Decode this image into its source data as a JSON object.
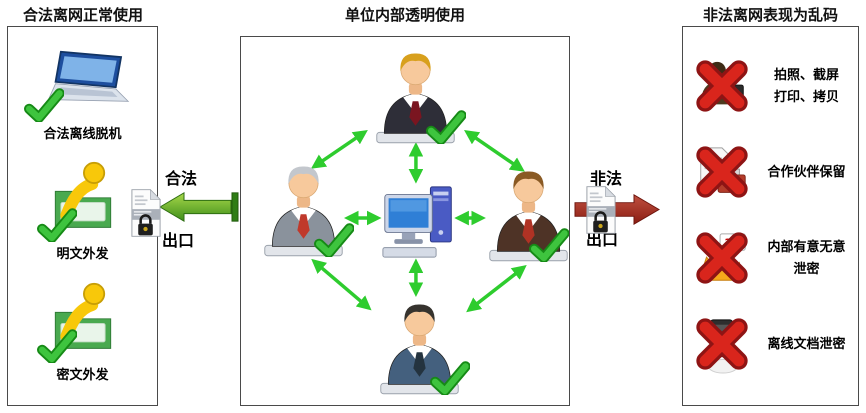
{
  "titles": {
    "left": "合法离网正常使用",
    "middle": "单位内部透明使用",
    "right": "非法离网表现为乱码"
  },
  "left_panel": {
    "items": [
      {
        "label": "合法离线脱机",
        "icon": "laptop-check-icon"
      },
      {
        "label": "明文外发",
        "icon": "outgoing-plain-file-check-icon"
      },
      {
        "label": "密文外发",
        "icon": "outgoing-cipher-file-check-icon"
      }
    ]
  },
  "middle_panel": {
    "node_icons": [
      "employee-top",
      "employee-left",
      "employee-right",
      "employee-bottom",
      "central-computer"
    ],
    "link_style": "green-double-arrows",
    "status_icon": "green-check"
  },
  "right_panel": {
    "items": [
      {
        "label": "拍照、截屏\n打印、拷贝",
        "icon": "camera-person-blocked-icon"
      },
      {
        "label": "合作伙伴保留",
        "icon": "partner-document-blocked-icon"
      },
      {
        "label": "内部有意无意\n泄密",
        "icon": "leak-alert-blocked-icon",
        "icon_text": "?!!"
      },
      {
        "label": "离线文档泄密",
        "icon": "offline-device-blocked-icon"
      }
    ]
  },
  "flows": {
    "legal": {
      "label_top": "合法",
      "label_bottom": "出口",
      "icon": "locked-document-icon"
    },
    "illegal": {
      "label_top": "非法",
      "label_bottom": "出口",
      "icon": "locked-document-icon"
    }
  },
  "colors": {
    "check_green": "#2fae2f",
    "cross_red": "#d9251c",
    "network_arrow": "#2ecc2e",
    "arrow_green_light": "#a8d84a",
    "arrow_green_dark": "#3e8e1a",
    "arrow_red_light": "#c05040",
    "arrow_red_dark": "#8a1d12",
    "panel_border": "#4a4a4a"
  }
}
